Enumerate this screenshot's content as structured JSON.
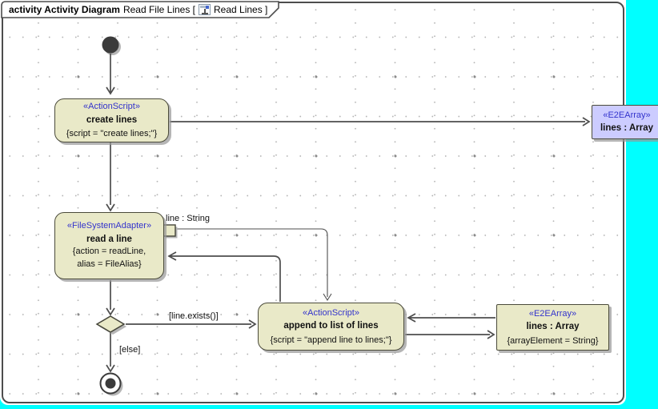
{
  "frame": {
    "tab": {
      "diagram_kind": "activity Activity Diagram",
      "diagram_name": "Read File Lines [",
      "icon": "activity-diagram-icon",
      "diagram_ref": "Read Lines ]"
    }
  },
  "nodes": {
    "create_lines": {
      "stereotype": "«ActionScript»",
      "name": "create lines",
      "spec": "{script = \"create lines;\"}"
    },
    "lines_array_right": {
      "stereotype": "«E2EArray»",
      "name": "lines : Array"
    },
    "read_a_line": {
      "stereotype": "«FileSystemAdapter»",
      "name": "read a line",
      "spec1": "{action = readLine,",
      "spec2": "alias = FileAlias}"
    },
    "output_pin": {
      "label": "line : String"
    },
    "append_to_list": {
      "stereotype": "«ActionScript»",
      "name": "append to list of lines",
      "spec": "{script = \"append line to lines;\"}"
    },
    "lines_array_bottom": {
      "stereotype": "«E2EArray»",
      "name": "lines : Array",
      "spec": "{arrayElement = String}"
    }
  },
  "edges": {
    "exists_guard": "[line.exists()]",
    "else_guard": "[else]"
  },
  "colors": {
    "action_fill": "#e9e9c8",
    "object_fill": "#ccccff",
    "stereotype_text": "#3333cc",
    "edge": "#4d4d4d",
    "canvas_outside": "#00ffff"
  }
}
